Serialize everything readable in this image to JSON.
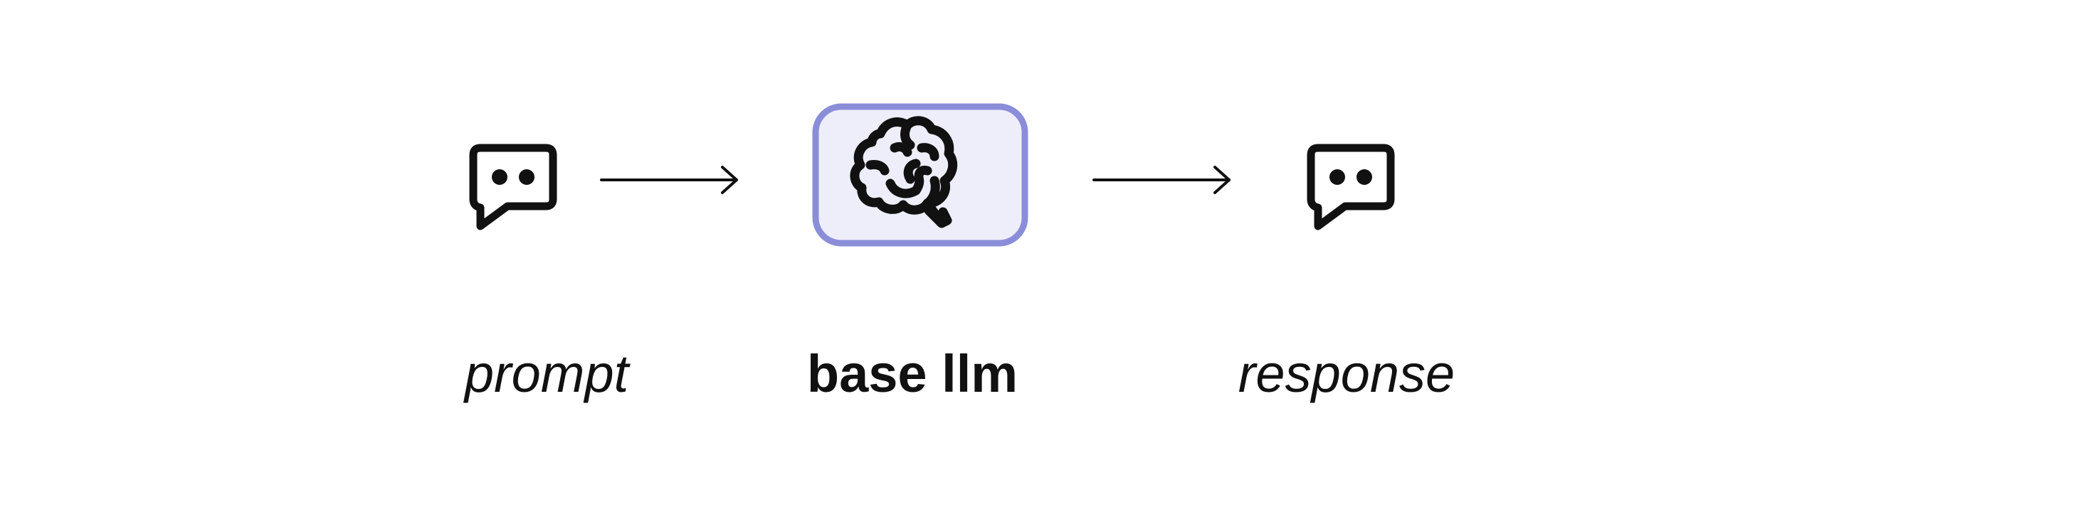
{
  "diagram": {
    "nodes": [
      {
        "id": "prompt",
        "label": "prompt",
        "icon": "chat-bubble-icon"
      },
      {
        "id": "base-llm",
        "label": "base llm",
        "icon": "brain-icon"
      },
      {
        "id": "response",
        "label": "response",
        "icon": "chat-bubble-icon"
      }
    ],
    "edges": [
      {
        "from": "prompt",
        "to": "base-llm"
      },
      {
        "from": "base-llm",
        "to": "response"
      }
    ],
    "colors": {
      "stroke": "#111111",
      "llm_box_fill": "#eeeefa",
      "llm_box_border": "#8a8ed8"
    }
  }
}
